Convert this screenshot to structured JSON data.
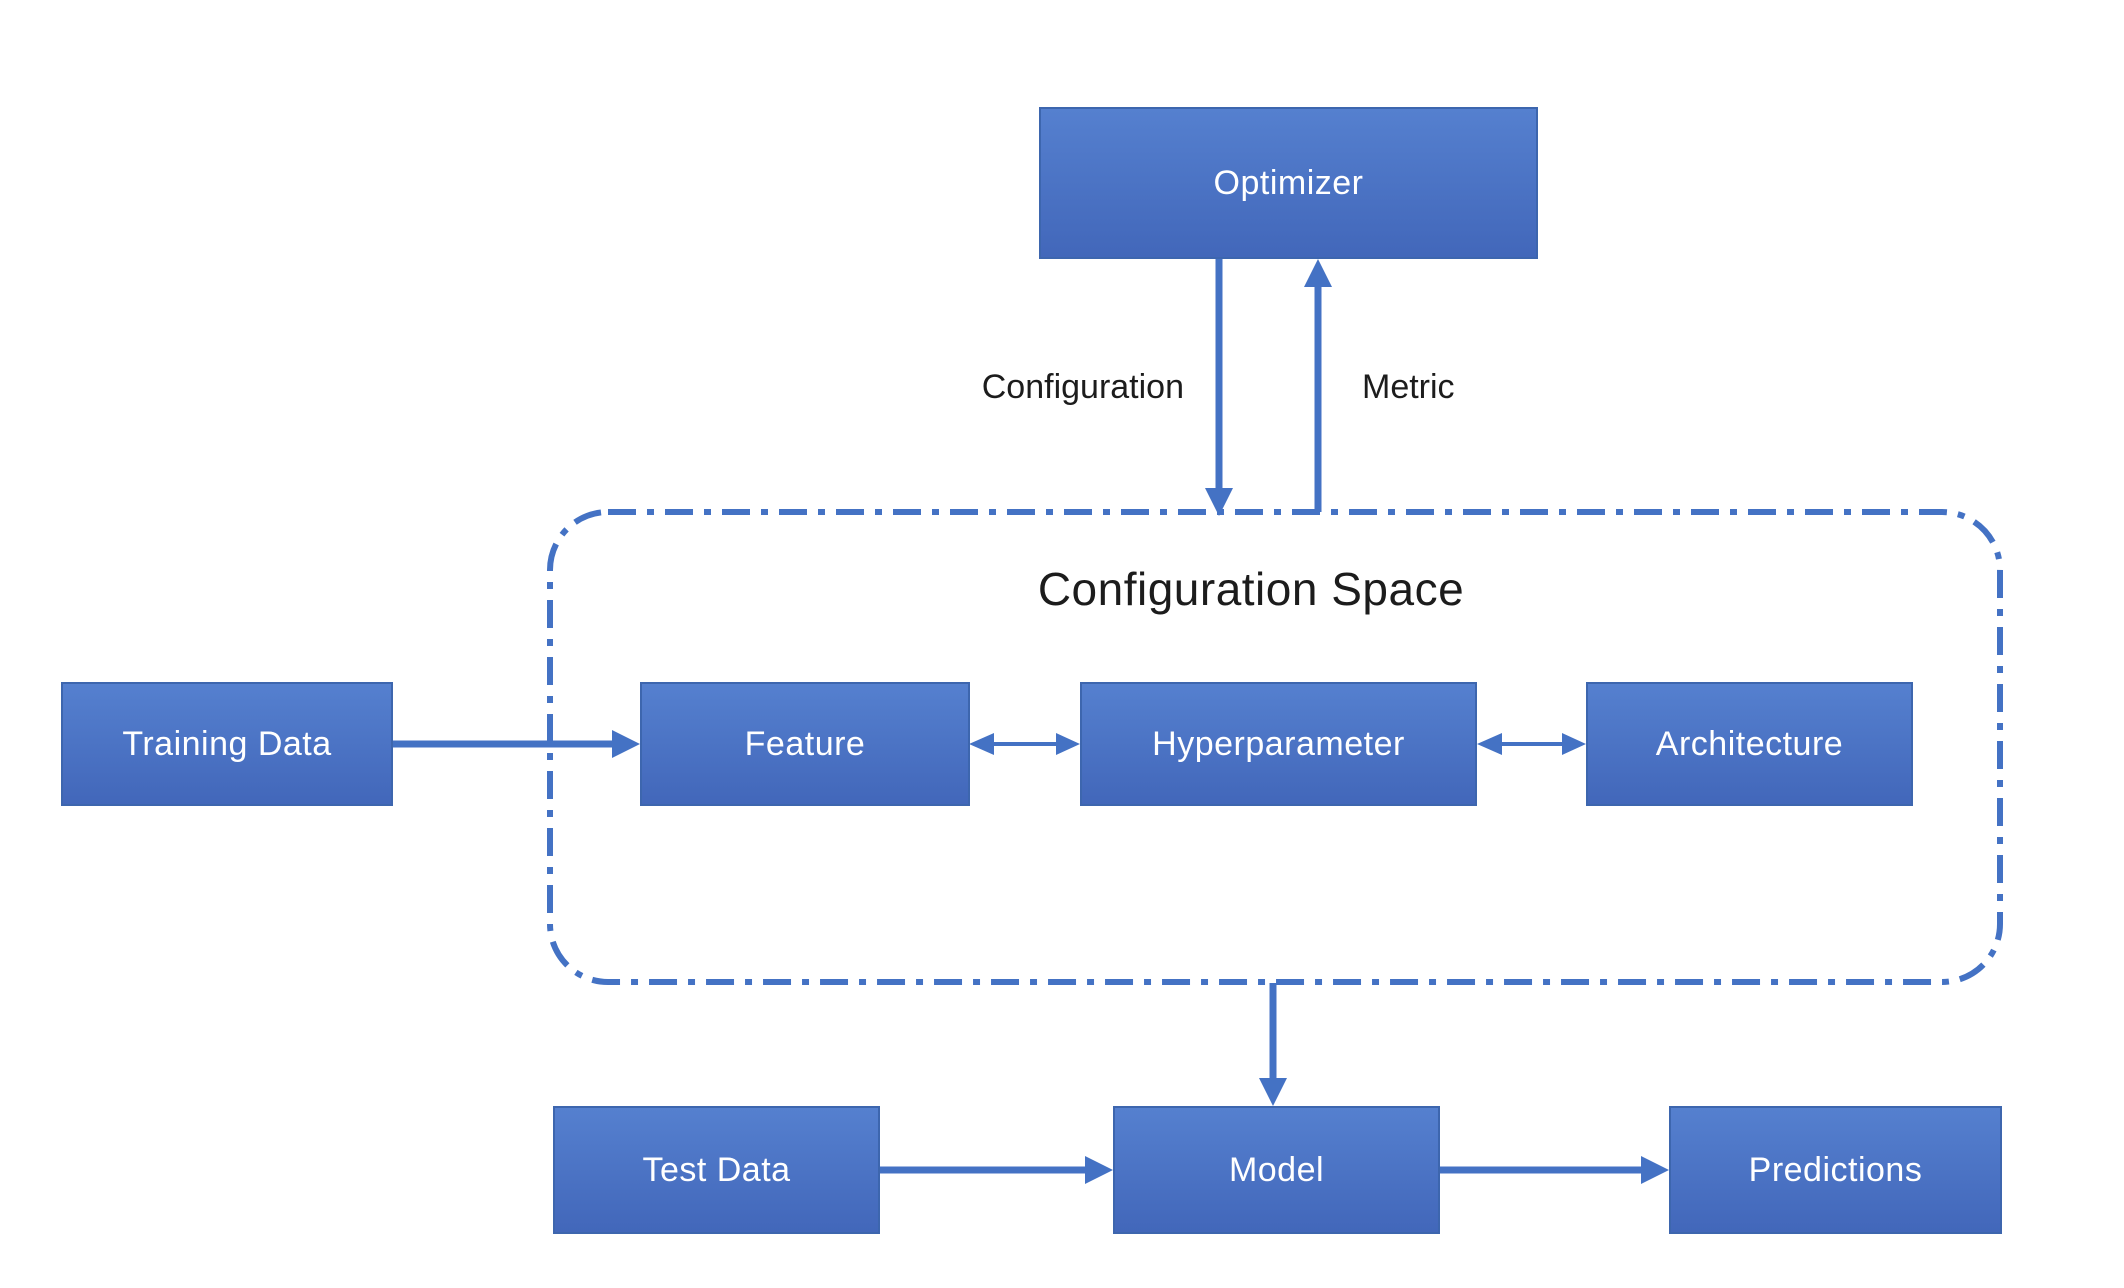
{
  "diagram": {
    "container": {
      "title": "Configuration Space"
    },
    "nodes": {
      "optimizer": {
        "label": "Optimizer"
      },
      "training_data": {
        "label": "Training Data"
      },
      "feature": {
        "label": "Feature"
      },
      "hyperparameter": {
        "label": "Hyperparameter"
      },
      "architecture": {
        "label": "Architecture"
      },
      "test_data": {
        "label": "Test Data"
      },
      "model": {
        "label": "Model"
      },
      "predictions": {
        "label": "Predictions"
      }
    },
    "edge_labels": {
      "configuration": "Configuration",
      "metric": "Metric"
    },
    "edges": [
      {
        "from": "optimizer",
        "to": "configuration-space",
        "label": "Configuration",
        "direction": "down"
      },
      {
        "from": "configuration-space",
        "to": "optimizer",
        "label": "Metric",
        "direction": "up"
      },
      {
        "from": "training_data",
        "to": "feature",
        "direction": "right"
      },
      {
        "from": "feature",
        "to": "hyperparameter",
        "direction": "both"
      },
      {
        "from": "hyperparameter",
        "to": "architecture",
        "direction": "both"
      },
      {
        "from": "configuration-space",
        "to": "model",
        "direction": "down"
      },
      {
        "from": "test_data",
        "to": "model",
        "direction": "right"
      },
      {
        "from": "model",
        "to": "predictions",
        "direction": "right"
      }
    ],
    "colors": {
      "node_fill_top": "#5580cf",
      "node_fill_bottom": "#4267ba",
      "node_border": "#3d66ae",
      "node_text": "#ffffff",
      "arrow": "#4472c4",
      "dashed_border": "#4472c4",
      "label_text": "#1c1c1c"
    }
  }
}
